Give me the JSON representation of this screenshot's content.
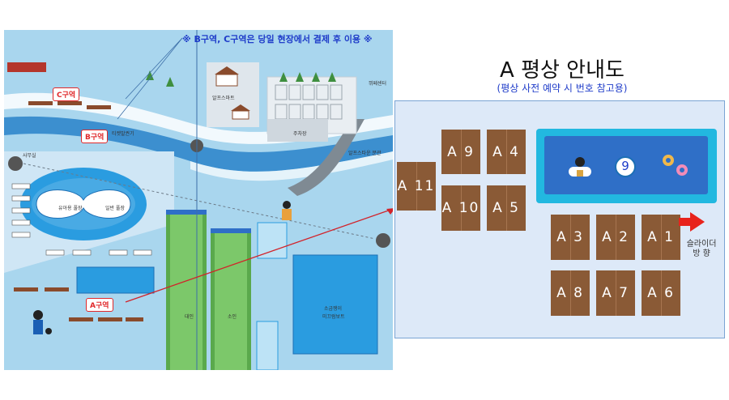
{
  "map": {
    "notice": "※ B구역, C구역은 당일 현장에서 결제 후 이용 ※",
    "zones": {
      "a": "A구역",
      "b": "B구역",
      "c": "C구역"
    },
    "labels": {
      "office": "사무실",
      "infant_pool": "유아용 풀장",
      "general_pool": "일반 풀장",
      "ticket_booth": "티켓발권기",
      "alps_shop": "알프스마트",
      "parking": "주차장",
      "alps_annex": "알프스타운 분관",
      "lane_left": "대인",
      "lane_right": "소인",
      "pool_note_1": "소금쟁이",
      "pool_note_2": "미끄럼보트",
      "cafe": "뷔페센터"
    }
  },
  "guide": {
    "title": "A 평상 안내도",
    "subtitle": "(평상 사전 예약 시 번호 참고용)",
    "tiles": [
      {
        "id": "t-a1",
        "label": "A 1"
      },
      {
        "id": "t-a2",
        "label": "A 2"
      },
      {
        "id": "t-a3",
        "label": "A 3"
      },
      {
        "id": "t-a4",
        "label": "A 4"
      },
      {
        "id": "t-a5",
        "label": "A 5"
      },
      {
        "id": "t-a6",
        "label": "A 6"
      },
      {
        "id": "t-a7",
        "label": "A 7"
      },
      {
        "id": "t-a8",
        "label": "A 8"
      },
      {
        "id": "t-a9",
        "label": "A 9"
      },
      {
        "id": "t-a10",
        "label": "A 10"
      },
      {
        "id": "t-a11",
        "label": "A 11"
      }
    ],
    "pool_number": "9",
    "slide_label_line1": "슬라이더",
    "slide_label_line2": "방 향",
    "colors": {
      "tile": "#8a5a36",
      "pool_outer": "#22b8e0",
      "pool_inner": "#2f6fc7",
      "arrow": "#e8231c",
      "notice": "#1f3cc9"
    }
  }
}
